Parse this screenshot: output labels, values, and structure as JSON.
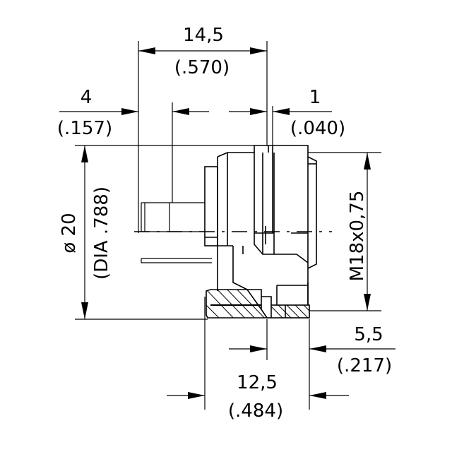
{
  "dimensions": {
    "overall_length": {
      "metric": "14,5",
      "imperial": "(.570)"
    },
    "pin_offset": {
      "metric": "4",
      "imperial": "(.157)"
    },
    "flange": {
      "metric": "1",
      "imperial": "(.040)"
    },
    "diameter": {
      "metric": "ø 20",
      "imperial": "(DIA .788)"
    },
    "thread": {
      "label": "M18x0,75"
    },
    "body_length": {
      "metric": "12,5",
      "imperial": "(.484)"
    },
    "front_offset": {
      "metric": "5,5",
      "imperial": "(.217)"
    }
  }
}
